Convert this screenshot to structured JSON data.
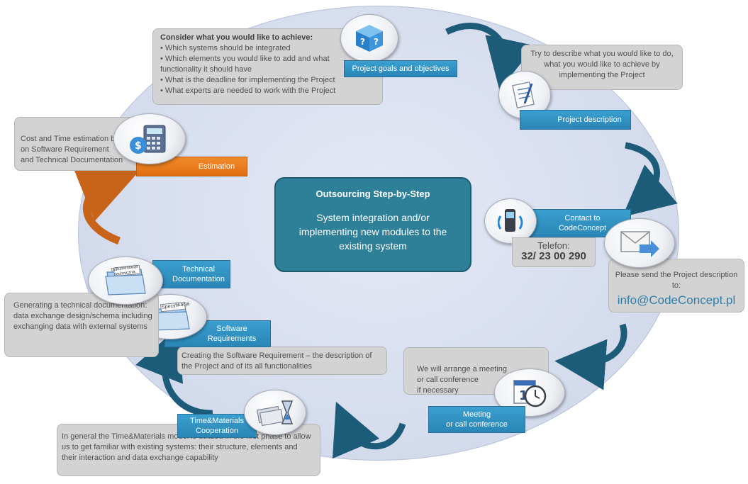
{
  "center": {
    "title": "Outsourcing Step-by-Step",
    "subtitle": "System integration and/or implementing new modules to the existing system"
  },
  "steps": {
    "goals": {
      "label": "Project goals and objectives",
      "heading": "Consider what you would like to achieve:",
      "bullets": [
        "• Which systems should be integrated",
        "• Which elements you would like to add and what functionality it should have",
        "• What is the deadline for implementing the Project",
        "• What experts are needed to work with the Project"
      ],
      "icon": "cube-question-icon"
    },
    "description": {
      "label": "Project description",
      "text": "Try to describe what you would like to do, what you would like to achieve by implementing the Project",
      "icon": "notepad-pen-icon"
    },
    "contact": {
      "label": "Contact to\nCodeConcept",
      "phone_label": "Telefon:",
      "phone_number": "32/ 23 00 290",
      "icon": "phone-icon"
    },
    "email": {
      "text": "Please send the Project description to:",
      "address": "info@CodeConcept.pl",
      "icon": "envelope-icon"
    },
    "meeting": {
      "label": "Meeting\nor call conference",
      "text": "We will arrange a meeting\nor call conference\nif necessary",
      "icon": "calendar-clock-icon"
    },
    "time_materials": {
      "label": "Time&Materials\nCooperation",
      "text": "In general the  Time&Materials model is utilized in the first phase to allow us to get familiar with existing systems: their structure, elements and their interaction and data exchange capability",
      "icon": "money-hourglass-icon"
    },
    "software_requirements": {
      "label": "Software\nRequirements",
      "text": "Creating the Software Requirement – the description of the Project and of its all functionalities",
      "folder_tab": "Specyfikacja",
      "icon": "folder-spec-icon"
    },
    "technical_documentation": {
      "label": "Technical\nDocumentation",
      "text": "Generating a technical documentation: data exchange design/schema including exchanging data with external systems",
      "folder_tab": "Dokumentacja techniczna",
      "icon": "folder-docs-icon"
    },
    "estimation": {
      "label": "Estimation",
      "text": "Cost and Time estimation based on Software Requirement\nand Technical Documentation",
      "icon": "calculator-money-icon"
    }
  },
  "colors": {
    "step_label": "#2f8fbf",
    "estimation_label": "#e8791d",
    "center_box": "#2e7f98",
    "cycle_arrow": "#1d5c78",
    "return_arrow": "#c8641a",
    "ellipse": "#d6ddee",
    "note_box": "#d3d3d3"
  }
}
